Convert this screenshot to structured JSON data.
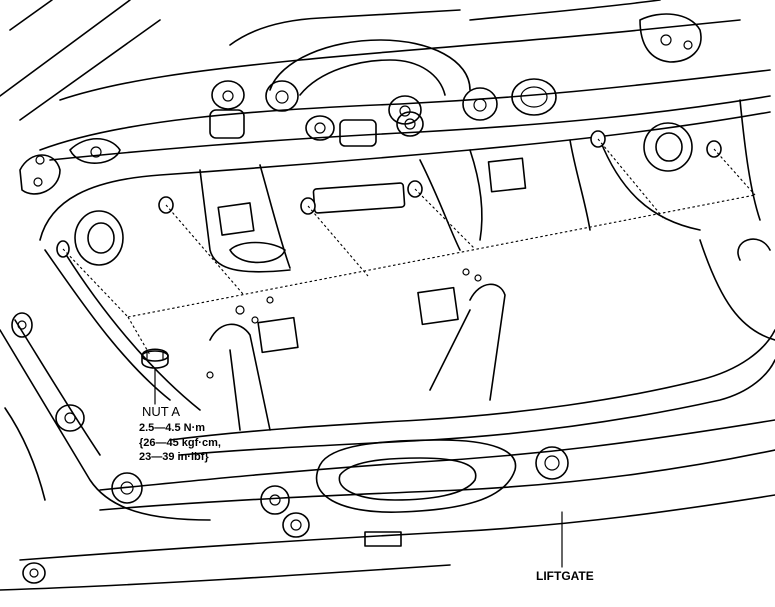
{
  "callouts": {
    "nut": {
      "name": "NUT A",
      "torque_lines": [
        "2.5—4.5 N·m",
        "{26—45 kgf·cm,",
        "23—39 in·lbf}"
      ]
    },
    "liftgate": {
      "name": "LIFTGATE"
    }
  }
}
